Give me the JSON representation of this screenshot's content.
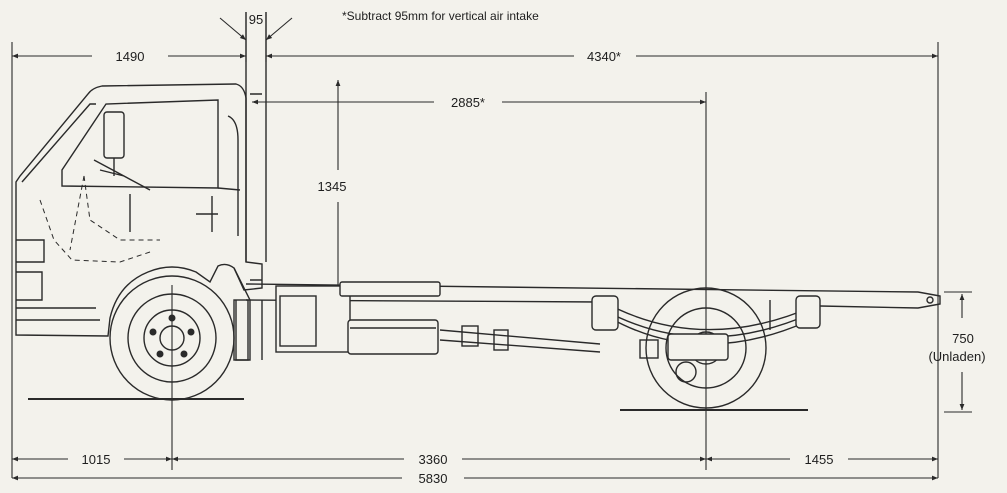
{
  "note": "*Subtract 95mm for vertical air intake",
  "dims": {
    "intake_width": "95",
    "front_overhang_top": "1490",
    "cab_to_end": "4340*",
    "cab_to_axle": "2885*",
    "cab_height": "1345",
    "frame_height": "750",
    "frame_height_note": "(Unladen)",
    "front_overhang": "1015",
    "wheelbase": "3360",
    "rear_overhang": "1455",
    "overall_length": "5830"
  },
  "colors": {
    "ink": "#2a2a2a",
    "paper": "#f3f2ec"
  }
}
